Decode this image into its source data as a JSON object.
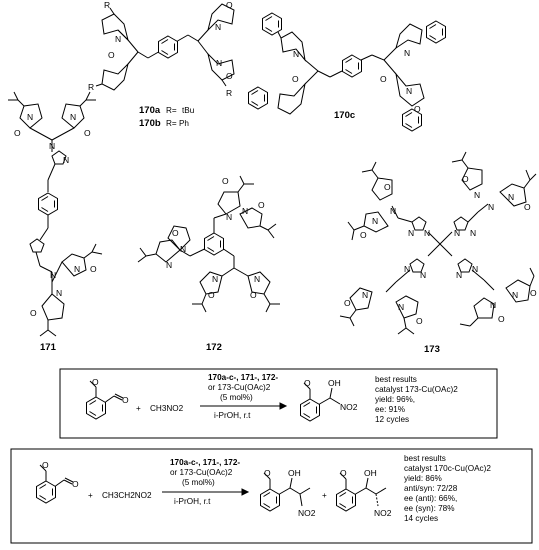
{
  "compounds": {
    "c170": {
      "label_a": "170a",
      "label_a_def": "R=",
      "label_a_r": "tBu",
      "label_b": "170b",
      "label_b_def": "R= Ph",
      "r_symbol": "R"
    },
    "c170c": {
      "label": "170c"
    },
    "c171": {
      "label": "171"
    },
    "c172": {
      "label": "172"
    },
    "c173": {
      "label": "173"
    }
  },
  "atoms": {
    "N": "N",
    "O": "O"
  },
  "reaction1": {
    "substrate_methoxy": "O",
    "substrate_aldehyde": "O",
    "plus": "+",
    "reagent": "CH3NO2",
    "cond_line1": "170a-c-, 171-, 172-",
    "cond_line2": "or 173-Cu(OAc)2",
    "cond_line3": "(5 mol%)",
    "cond_line4": "i-PrOH, r.t",
    "product_oh": "OH",
    "product_no2": "NO2",
    "results": [
      "best results",
      "catalyst 173-Cu(OAc)2",
      "yield: 96%,",
      "ee: 91%",
      "12 cycles"
    ]
  },
  "reaction2": {
    "substrate_methoxy": "O",
    "substrate_aldehyde": "O",
    "plus": "+",
    "reagent": "CH3CH2NO2",
    "cond_line1": "170a-c-, 171-, 172-",
    "cond_line2": "or 173-Cu(OAc)2",
    "cond_line3": "(5 mol%)",
    "cond_line4": "i-PrOH, r.t",
    "product_oh": "OH",
    "product_no2": "NO2",
    "plus2": "+",
    "results": [
      "best results",
      "catalyst 170c-Cu(OAc)2",
      "yield: 86%",
      "anti/syn: 72/28",
      "ee (anti): 66%,",
      "ee (syn): 78%",
      "14 cycles"
    ]
  }
}
